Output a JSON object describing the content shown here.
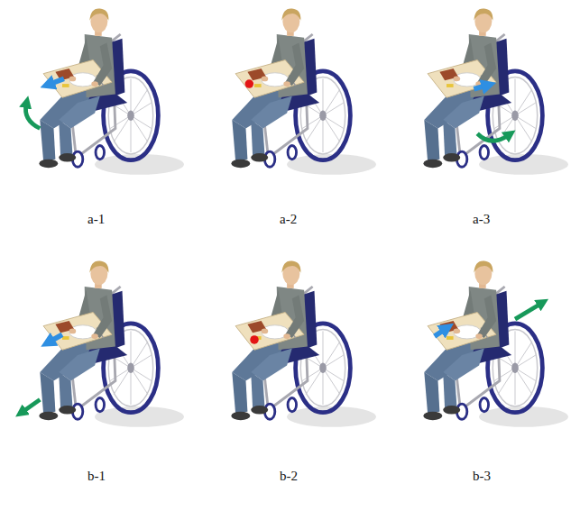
{
  "diagram": {
    "labels": [
      "a-1",
      "a-2",
      "a-3",
      "b-1",
      "b-2",
      "b-3"
    ]
  }
}
